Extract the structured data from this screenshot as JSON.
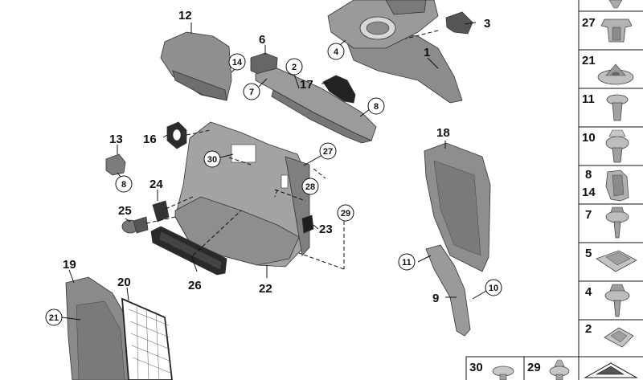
{
  "colors": {
    "part_light": "#a6a6a6",
    "part_mid": "#8a8a8a",
    "part_dark": "#5e5e5e",
    "part_black": "#222222",
    "line": "#111111"
  },
  "callouts": {
    "c1": "1",
    "c2": "2",
    "c3": "3",
    "c4": "4",
    "c6": "6",
    "c7": "7",
    "c8a": "8",
    "c8b": "8",
    "c9": "9",
    "c10": "10",
    "c11": "11",
    "c12": "12",
    "c13": "13",
    "c14": "14",
    "c16": "16",
    "c17": "17",
    "c18": "18",
    "c19": "19",
    "c20": "20",
    "c21": "21",
    "c22": "22",
    "c23": "23",
    "c24": "24",
    "c25": "25",
    "c26": "26",
    "c27": "27",
    "c28": "28",
    "c29": "29",
    "c30": "30"
  },
  "legend": {
    "right_column": [
      {
        "label": "27",
        "icon": "trim-clip-icon"
      },
      {
        "label": "21",
        "icon": "push-nut-icon"
      },
      {
        "label": "11",
        "icon": "expanding-rivet-icon"
      },
      {
        "label": "10",
        "icon": "expanding-rivet-icon"
      },
      {
        "label": "8",
        "label2": "14",
        "icon": "spring-clip-icon"
      },
      {
        "label": "7",
        "icon": "collar-screw-icon"
      },
      {
        "label": "5",
        "icon": "speed-nut-icon"
      },
      {
        "label": "4",
        "icon": "collar-screw-icon"
      },
      {
        "label": "2",
        "icon": "speed-nut-icon"
      }
    ],
    "bottom_row": [
      {
        "label": "30",
        "icon": "rivet-icon"
      },
      {
        "label": "29",
        "icon": "rivet-icon"
      },
      {
        "label": "",
        "icon": "diagram-reference-icon"
      }
    ]
  }
}
